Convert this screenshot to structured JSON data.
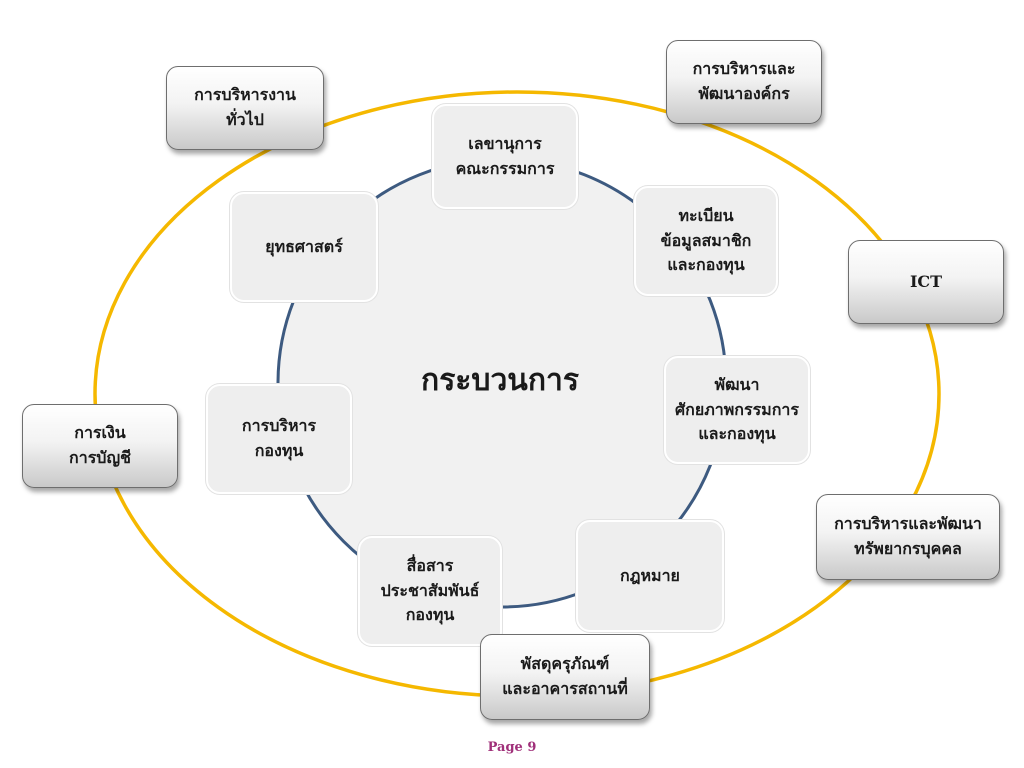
{
  "colors": {
    "outer_ring": "#F5B800",
    "inner_circle_stroke": "#3D5A80",
    "inner_circle_fill": "#F1F1F1",
    "page_number": "#A0307A"
  },
  "center": {
    "label": "กระบวนการ"
  },
  "outer_boxes": [
    {
      "lines": [
        "การบริหารงาน",
        "ทั่วไป"
      ]
    },
    {
      "lines": [
        "การบริหารและ",
        "พัฒนาองค์กร"
      ]
    },
    {
      "lines": [
        "ICT"
      ]
    },
    {
      "lines": [
        "การบริหารและพัฒนา",
        "ทรัพยากรบุคคล"
      ]
    },
    {
      "lines": [
        "พัสดุครุภัณฑ์",
        "และอาคารสถานที่"
      ]
    },
    {
      "lines": [
        "การเงิน",
        "การบัญชี"
      ]
    }
  ],
  "inner_boxes": [
    {
      "lines": [
        "เลขานุการ",
        "คณะกรรมการ"
      ]
    },
    {
      "lines": [
        "ทะเบียน",
        "ข้อมูลสมาชิก",
        "และกองทุน"
      ]
    },
    {
      "lines": [
        "พัฒนา",
        "ศักยภาพกรรมการ",
        "และกองทุน"
      ]
    },
    {
      "lines": [
        "กฎหมาย"
      ]
    },
    {
      "lines": [
        "สื่อสาร",
        "ประชาสัมพันธ์",
        "กองทุน"
      ]
    },
    {
      "lines": [
        "การบริหาร",
        "กองทุน"
      ]
    },
    {
      "lines": [
        "ยุทธศาสตร์"
      ]
    }
  ],
  "footer": {
    "page": "Page 9"
  }
}
